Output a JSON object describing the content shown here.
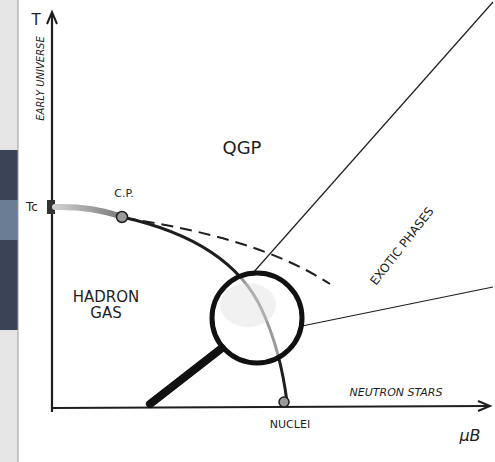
{
  "diagram": {
    "labels": [
      "T",
      "EARLY UNIVERSE",
      "Tc",
      "C.P.",
      "QGP",
      "HADRON GAS",
      "EXOTIC PHASES",
      "NEUTRON STARS",
      "NUCLEI",
      "μB"
    ]
  }
}
